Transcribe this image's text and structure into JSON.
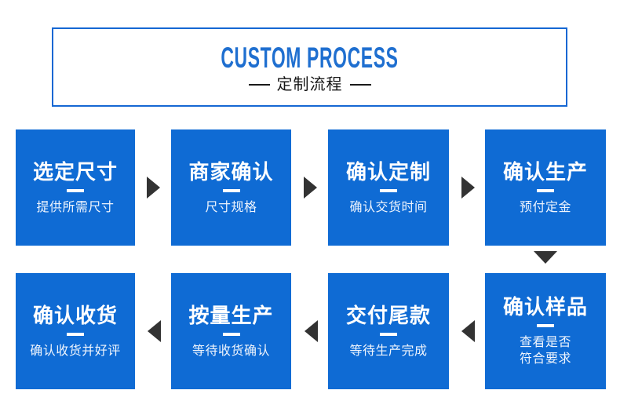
{
  "header": {
    "title_en": "CUSTOM PROCESS",
    "title_cn": "定制流程",
    "accent_color": "#1567d3",
    "dash_left": "dash",
    "dash_right": "dash"
  },
  "theme": {
    "box_blue": "#0f6bd4",
    "arrow_dark": "#333333",
    "title_blue": "#1f6fd0"
  },
  "steps": [
    {
      "index": 1,
      "title": "选定尺寸",
      "subtitle": "提供所需尺寸"
    },
    {
      "index": 2,
      "title": "商家确认",
      "subtitle": "尺寸规格"
    },
    {
      "index": 3,
      "title": "确认定制",
      "subtitle": "确认交货时间"
    },
    {
      "index": 4,
      "title": "确认生产",
      "subtitle": "预付定金"
    },
    {
      "index": 5,
      "title": "确认样品",
      "subtitle": "查看是否\n符合要求"
    },
    {
      "index": 6,
      "title": "交付尾款",
      "subtitle": "等待生产完成"
    },
    {
      "index": 7,
      "title": "按量生产",
      "subtitle": "等待收货确认"
    },
    {
      "index": 8,
      "title": "确认收货",
      "subtitle": "确认收货并好评"
    }
  ],
  "arrows": [
    {
      "name": "arrow-step1-to-step2",
      "direction": "right"
    },
    {
      "name": "arrow-step2-to-step3",
      "direction": "right"
    },
    {
      "name": "arrow-step3-to-step4",
      "direction": "right"
    },
    {
      "name": "arrow-step4-to-step5",
      "direction": "down"
    },
    {
      "name": "arrow-step5-to-step6",
      "direction": "left"
    },
    {
      "name": "arrow-step6-to-step7",
      "direction": "left"
    },
    {
      "name": "arrow-step7-to-step8",
      "direction": "left"
    }
  ]
}
